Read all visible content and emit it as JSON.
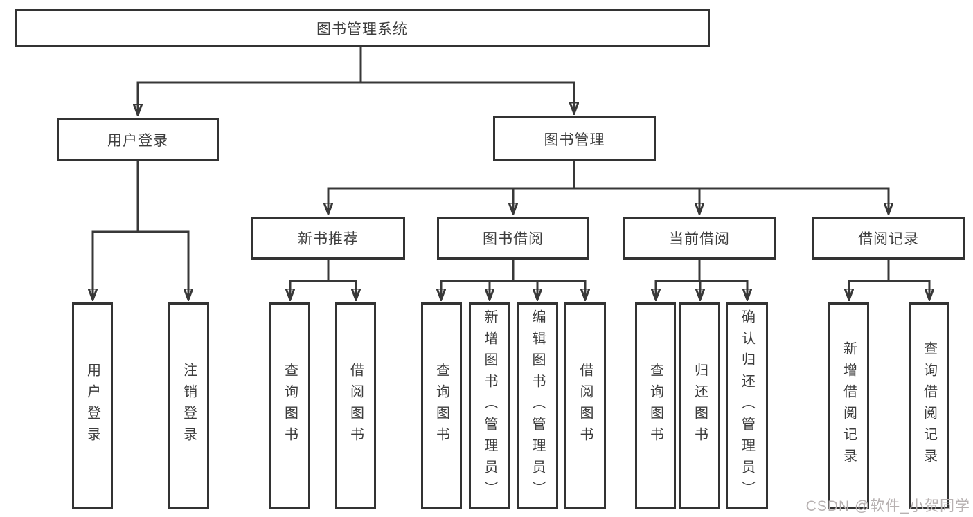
{
  "diagram": {
    "root": {
      "label": "图书管理系统"
    },
    "level2": [
      {
        "label": "用户登录"
      },
      {
        "label": "图书管理"
      }
    ],
    "level3": [
      {
        "label": "新书推荐"
      },
      {
        "label": "图书借阅"
      },
      {
        "label": "当前借阅"
      },
      {
        "label": "借阅记录"
      }
    ],
    "leaves": {
      "user_login": [
        "用户登录",
        "注销登录"
      ],
      "new_book_recommend": [
        "查询图书",
        "借阅图书"
      ],
      "book_borrow": [
        "查询图书",
        "新增图书（管理员）",
        "编辑图书（管理员）",
        "借阅图书"
      ],
      "current_borrow": [
        "查询图书",
        "归还图书",
        "确认归还（管理员）"
      ],
      "borrow_record": [
        "新增借阅记录",
        "查询借阅记录"
      ]
    },
    "watermark": "CSDN @软件_小贺同学",
    "colors": {
      "line": "#383838",
      "box_border": "#333333",
      "text": "#3d3d3d",
      "watermark": "#b7b1b1",
      "background": "#ffffff"
    }
  }
}
